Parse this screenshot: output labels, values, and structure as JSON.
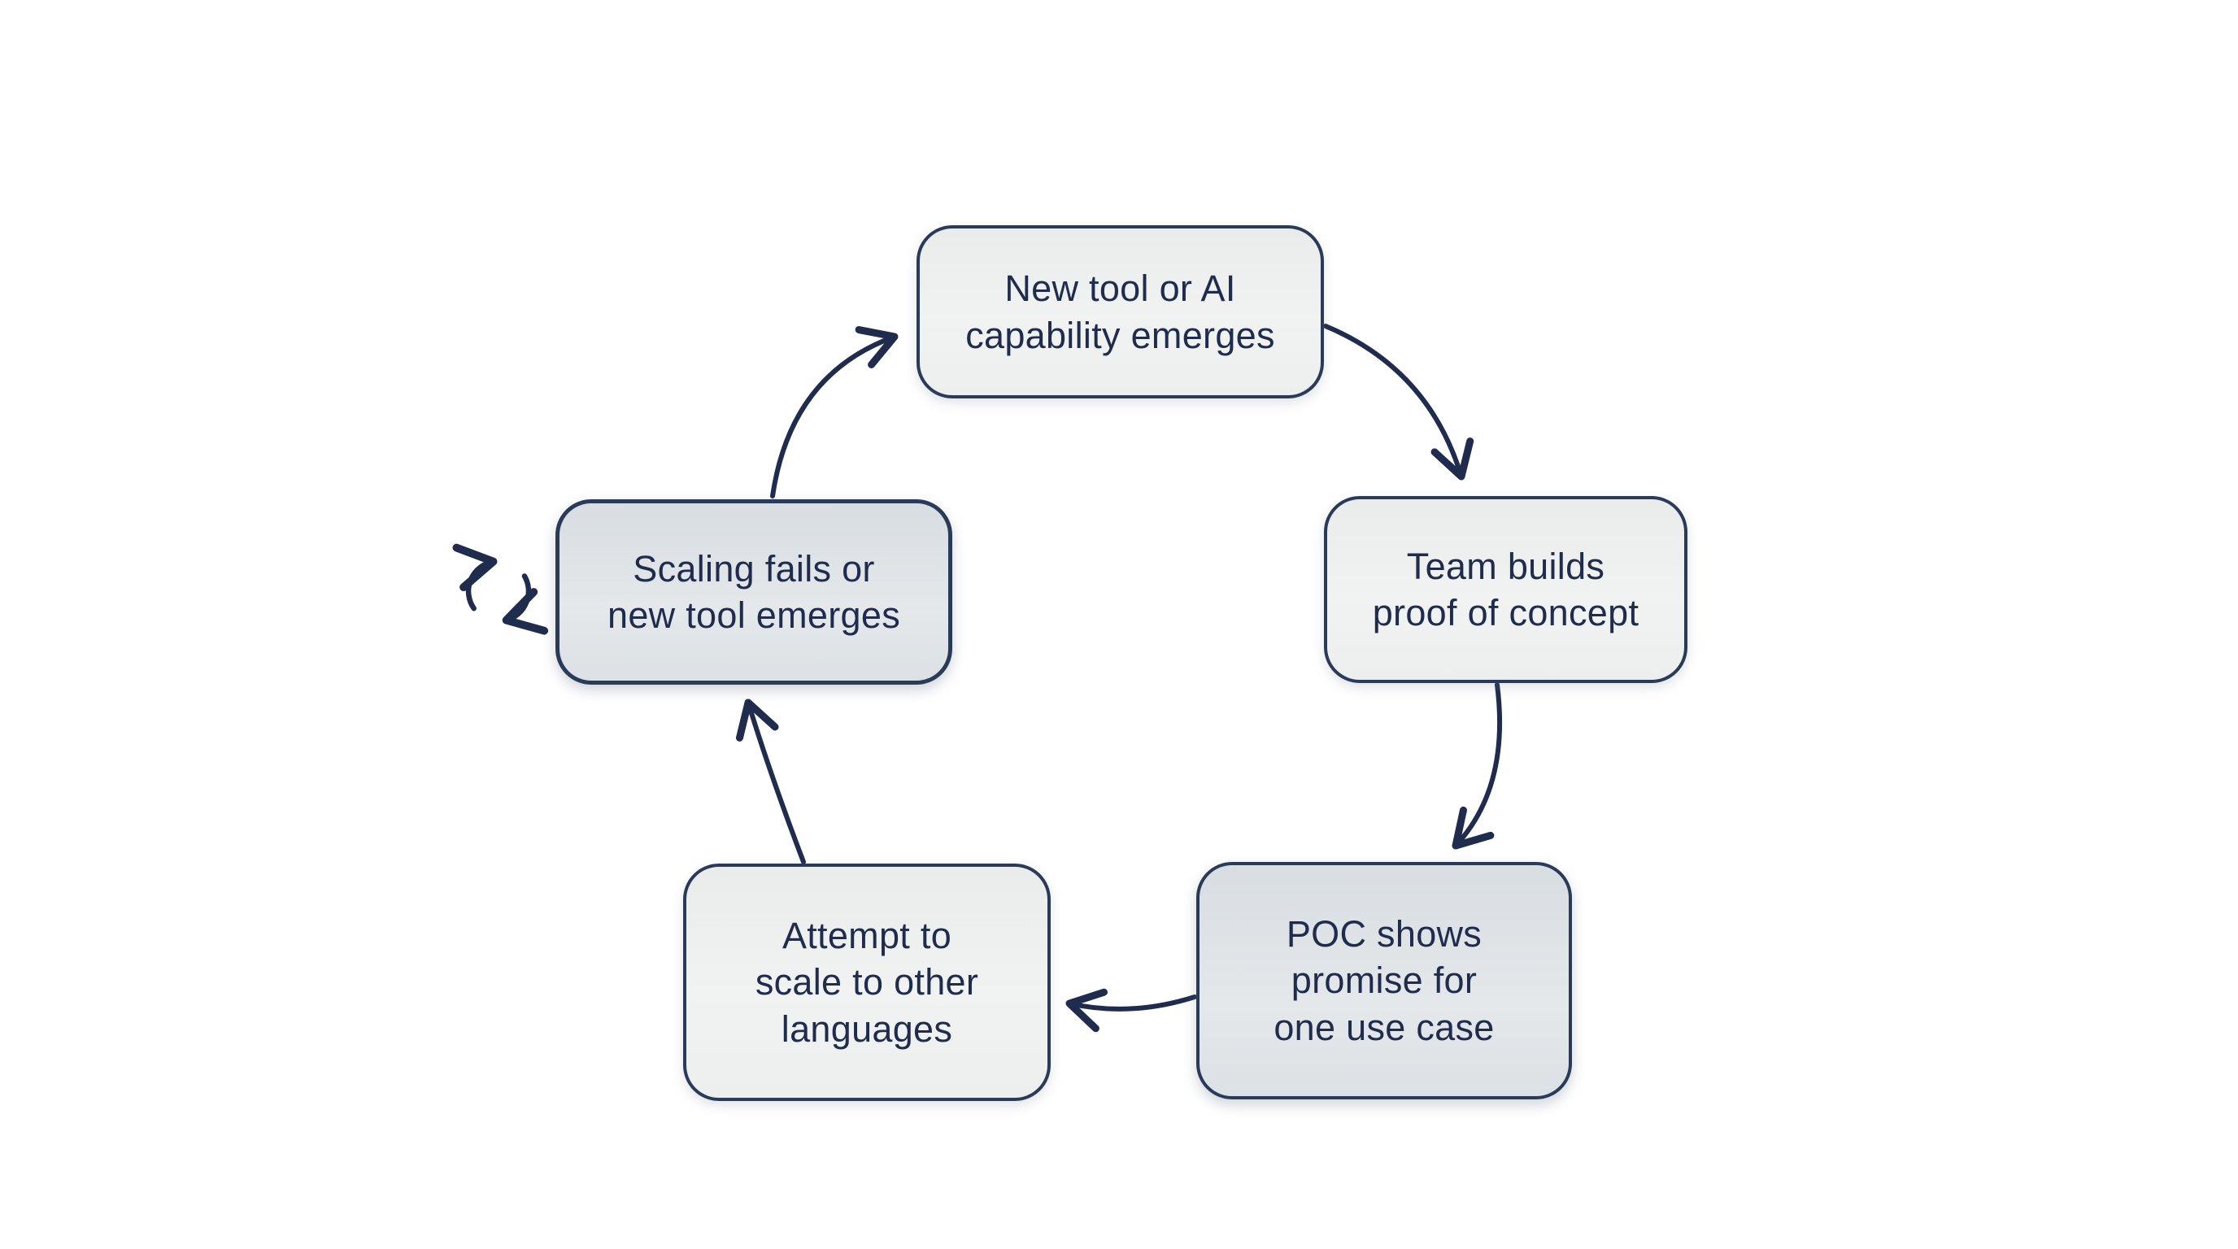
{
  "nodes": [
    {
      "id": "new-tool",
      "label": "New tool or AI\ncapability emerges"
    },
    {
      "id": "team-builds",
      "label": "Team builds\nproof of concept"
    },
    {
      "id": "poc-promise",
      "label": "POC shows\npromise for\none use case"
    },
    {
      "id": "attempt-scale",
      "label": "Attempt to\nscale to other\nlanguages"
    },
    {
      "id": "scaling-fails",
      "label": "Scaling fails or\nnew tool emerges"
    }
  ],
  "edges": [
    {
      "from": "scaling-fails",
      "to": "new-tool"
    },
    {
      "from": "new-tool",
      "to": "team-builds"
    },
    {
      "from": "team-builds",
      "to": "poc-promise"
    },
    {
      "from": "poc-promise",
      "to": "attempt-scale"
    },
    {
      "from": "attempt-scale",
      "to": "scaling-fails"
    }
  ],
  "icons": [
    {
      "name": "cycle-refresh-icon"
    }
  ],
  "colors": {
    "background": "#ffffff",
    "ink": "#1f2c4e",
    "border": "#2a3a59",
    "box_fill_light": "#eef0ef",
    "box_fill_shaded": "#dde2e6"
  }
}
